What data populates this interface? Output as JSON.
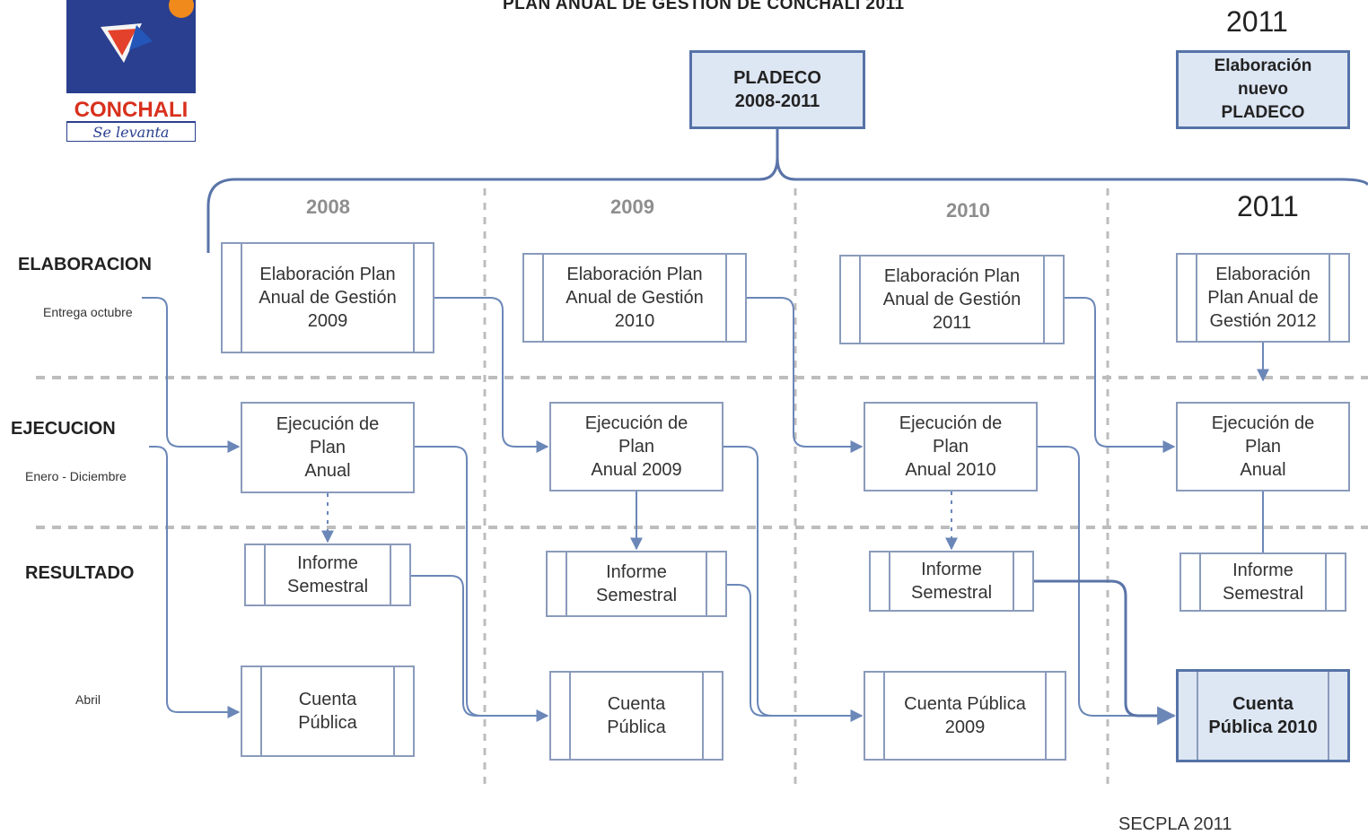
{
  "header": {
    "title": "PLAN ANUAL DE GESTION DE CONCHALI 2011",
    "year_top": "2011",
    "year_right": "2011"
  },
  "logo": {
    "name": "CONCHALI",
    "slogan": "Se levanta",
    "icon": "conchali-logo"
  },
  "rows": {
    "elaboracion": {
      "label": "ELABORACION",
      "sub": "Entrega octubre"
    },
    "ejecucion": {
      "label": "EJECUCION",
      "sub": "Enero - Diciembre"
    },
    "resultado": {
      "label": "RESULTADO"
    },
    "cuenta": {
      "sub": "Abril"
    }
  },
  "years": {
    "y2008": "2008",
    "y2009": "2009",
    "y2010": "2010"
  },
  "boxes": {
    "pladeco": "PLADECO\n2008-2011",
    "nuevo_pladeco": "Elaboración\nnuevo PLADECO",
    "elab_2009": "Elaboración Plan\nAnual de Gestión\n2009",
    "elab_2010": "Elaboración Plan\nAnual de Gestión\n2010",
    "elab_2011": "Elaboración Plan\nAnual de Gestión\n2011",
    "elab_2012": "Elaboración\nPlan Anual de\nGestión 2012",
    "ejec_1": "Ejecución de Plan\nAnual",
    "ejec_2009": "Ejecución de Plan\nAnual 2009",
    "ejec_2010": "Ejecución de Plan\nAnual 2010",
    "ejec_4": "Ejecución de Plan\nAnual",
    "informe_1": "Informe\nSemestral",
    "informe_2": "Informe\nSemestral",
    "informe_3": "Informe\nSemestral",
    "informe_4": "Informe\nSemestral",
    "cuenta_1": "Cuenta\nPública",
    "cuenta_2": "Cuenta\nPública",
    "cuenta_2009": "Cuenta Pública\n2009",
    "cuenta_2010": "Cuenta\nPública 2010"
  },
  "footer": {
    "credit": "SECPLA 2011"
  },
  "colors": {
    "line": "#6b87b8",
    "box_border": "#8a9bbb",
    "highlight_fill": "#dde6f3",
    "dash": "#bdbdbd"
  }
}
